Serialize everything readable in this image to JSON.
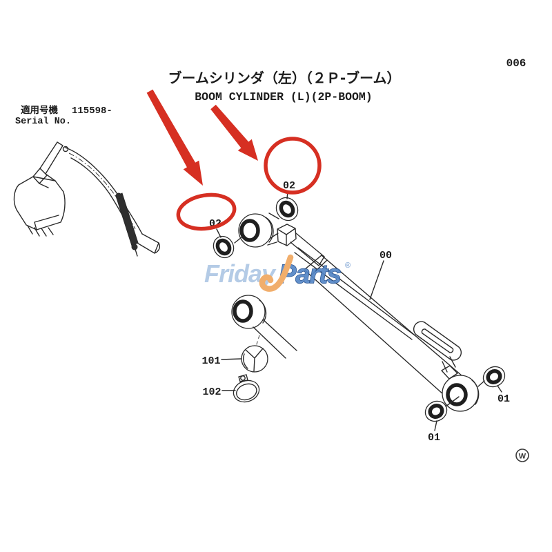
{
  "page": {
    "number": "006",
    "footer_mark": "W"
  },
  "header": {
    "title_jp": "ブームシリンダ（左）（２Ｐ-ブーム）",
    "title_en": "BOOM CYLINDER (L)(2P-BOOM)"
  },
  "serial": {
    "label_jp": "適用号機",
    "serial_range": "115598-",
    "label_en": "Serial No."
  },
  "callouts": {
    "assembly": "00",
    "base_seal_right": "01",
    "base_seal_left": "01",
    "head_seal_right": "02",
    "head_seal_left": "02",
    "rod_bushing": "101",
    "band_clamp": "102"
  },
  "watermark": {
    "brand_left": "Friday",
    "brand_right": "Parts",
    "registered": "®"
  },
  "colors": {
    "highlight_red": "#d62f22",
    "watermark_light_blue": "#aec7e4",
    "watermark_blue": "#5486c6",
    "watermark_navy": "#1a4585",
    "watermark_orange": "#f0a860",
    "line": "#2a2a2a"
  }
}
